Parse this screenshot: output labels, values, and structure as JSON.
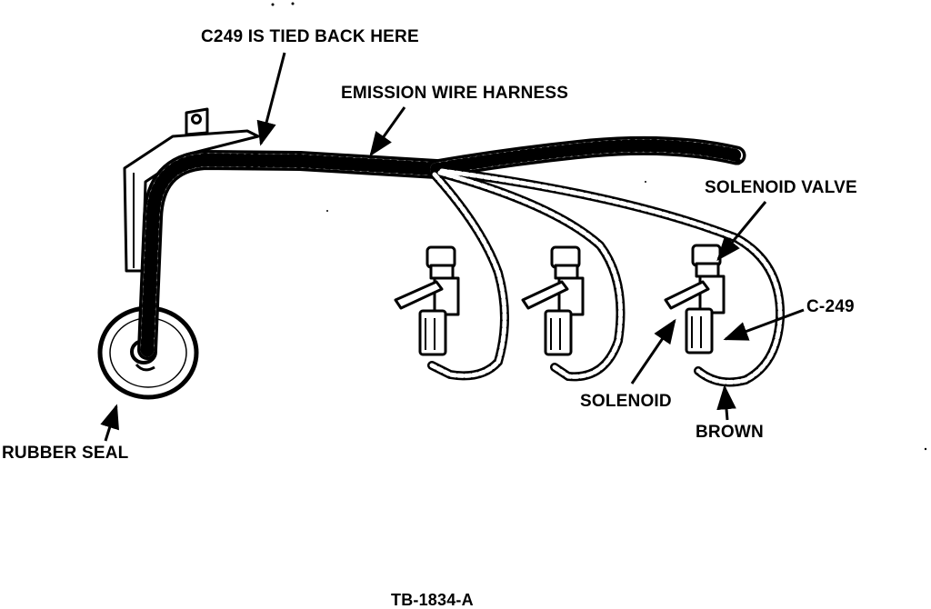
{
  "labels": {
    "c249_tied": "C249 IS TIED BACK HERE",
    "emission_harness": "EMISSION WIRE HARNESS",
    "solenoid_valve": "SOLENOID VALVE",
    "c249": "C-249",
    "solenoid": "SOLENOID",
    "brown": "BROWN",
    "rubber_seal": "RUBBER SEAL"
  },
  "caption": "TB-1834-A",
  "colors": {
    "ink": "#000000",
    "paper": "#ffffff"
  }
}
